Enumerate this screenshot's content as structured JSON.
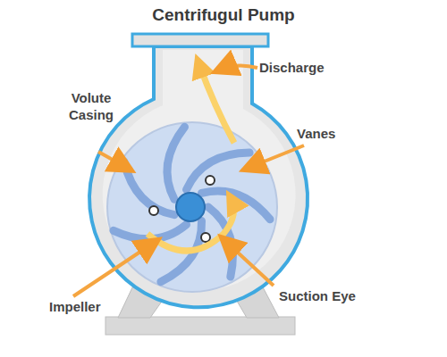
{
  "diagram": {
    "title": "Centrifugul Pump",
    "labels": [
      "Discharge",
      "Volute Casing",
      "Vanes",
      "Impeller",
      "Suction Eye"
    ]
  }
}
